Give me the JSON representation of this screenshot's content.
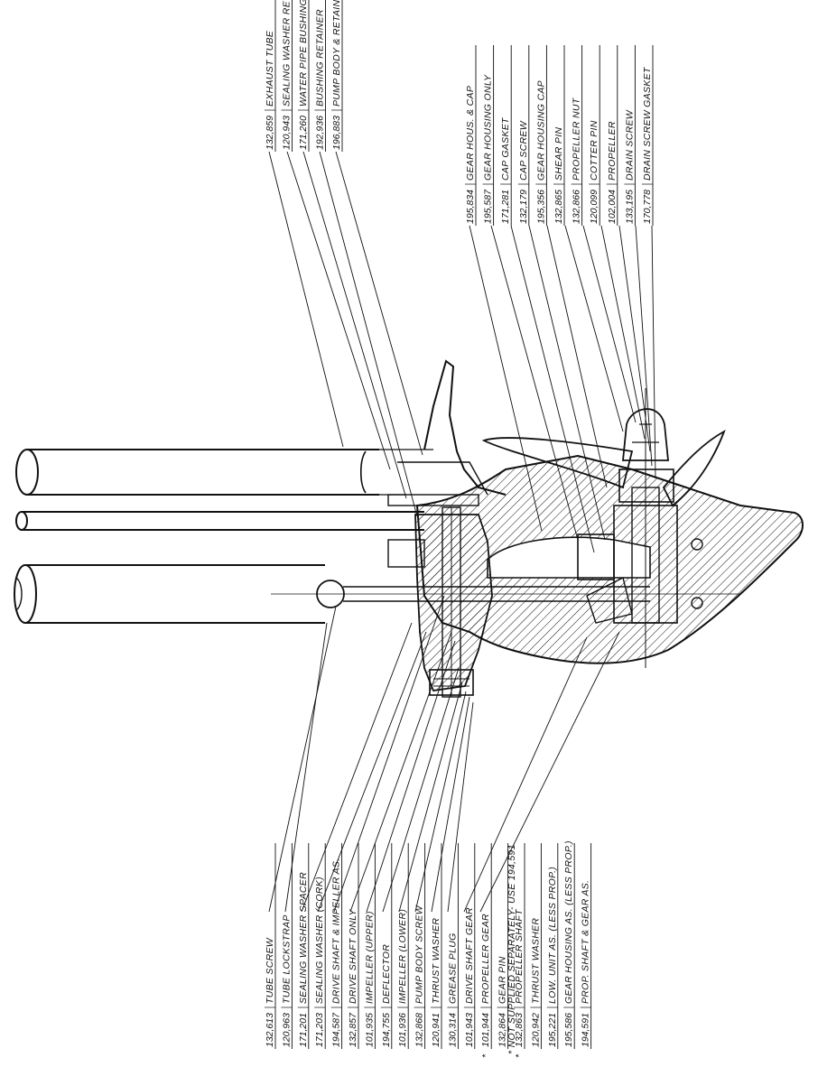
{
  "parts_top_left": [
    {
      "number": "132,859",
      "name": "EXHAUST TUBE"
    },
    {
      "number": "120,943",
      "name": "SEALING WASHER RETAINER"
    },
    {
      "number": "171,260",
      "name": "WATER PIPE BUSHING"
    },
    {
      "number": "192,936",
      "name": "BUSHING RETAINER"
    },
    {
      "number": "196,883",
      "name": "PUMP BODY & RETAINER"
    }
  ],
  "parts_top_right": [
    {
      "number": "195,834",
      "name": "GEAR HOUS. & CAP"
    },
    {
      "number": "195,587",
      "name": "GEAR HOUSING ONLY"
    },
    {
      "number": "171,281",
      "name": "CAP GASKET"
    },
    {
      "number": "132,179",
      "name": "CAP SCREW"
    },
    {
      "number": "195,356",
      "name": "GEAR HOUSING CAP"
    },
    {
      "number": "132,865",
      "name": "SHEAR PIN"
    },
    {
      "number": "132,866",
      "name": "PROPELLER NUT"
    },
    {
      "number": "120,099",
      "name": "COTTER PIN"
    },
    {
      "number": "102,004",
      "name": "PROPELLER"
    },
    {
      "number": "133,195",
      "name": "DRAIN SCREW"
    },
    {
      "number": "170,778",
      "name": "DRAIN SCREW GASKET"
    }
  ],
  "parts_bottom": [
    {
      "number": "132,613",
      "name": "TUBE SCREW",
      "mark": ""
    },
    {
      "number": "120,963",
      "name": "TUBE LOCKSTRAP",
      "mark": ""
    },
    {
      "number": "171,201",
      "name": "SEALING WASHER SPACER",
      "mark": ""
    },
    {
      "number": "171,203",
      "name": "SEALING WASHER (CORK)",
      "mark": ""
    },
    {
      "number": "194,587",
      "name": "DRIVE SHAFT & IMPELLER AS.",
      "mark": ""
    },
    {
      "number": "132,857",
      "name": "DRIVE SHAFT ONLY",
      "mark": ""
    },
    {
      "number": "101,935",
      "name": "IMPELLER (UPPER)",
      "mark": ""
    },
    {
      "number": "194,755",
      "name": "DEFLECTOR",
      "mark": ""
    },
    {
      "number": "101,936",
      "name": "IMPELLER (LOWER)",
      "mark": ""
    },
    {
      "number": "132,868",
      "name": "PUMP BODY SCREW",
      "mark": ""
    },
    {
      "number": "120,941",
      "name": "THRUST WASHER",
      "mark": ""
    },
    {
      "number": "130,314",
      "name": "GREASE PLUG",
      "mark": ""
    },
    {
      "number": "101,943",
      "name": "DRIVE SHAFT GEAR",
      "mark": ""
    },
    {
      "number": "101,944",
      "name": "PROPELLER GEAR",
      "mark": "*"
    },
    {
      "number": "132,864",
      "name": "GEAR PIN",
      "mark": ""
    },
    {
      "number": "132,863",
      "name": "PROPELLER SHAFT",
      "mark": "*"
    },
    {
      "number": "120,942",
      "name": "THRUST WASHER",
      "mark": ""
    },
    {
      "number": "195,221",
      "name": "LOW. UNIT AS. (LESS PROP.)",
      "mark": ""
    },
    {
      "number": "195,586",
      "name": "GEAR HOUSING AS. (LESS PROP.)",
      "mark": ""
    },
    {
      "number": "194,591",
      "name": "PROP. SHAFT & GEAR AS.",
      "mark": ""
    }
  ],
  "footnote": "* NOT SUPPLIED SEPARATELY- USE 194,591",
  "colors": {
    "ink": "#111111",
    "paper": "#ffffff"
  }
}
